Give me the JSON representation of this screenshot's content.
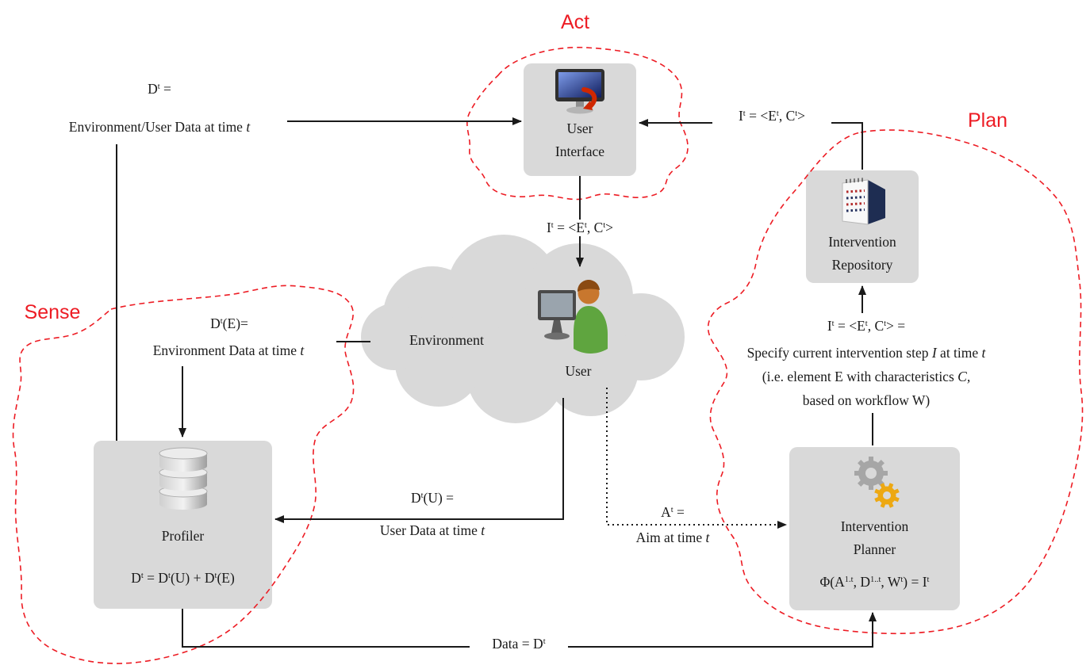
{
  "colors": {
    "region": "#ed1c24",
    "box_fill": "#d9d9d9",
    "line": "#1a1a1a"
  },
  "regions": {
    "act": "Act",
    "sense": "Sense",
    "plan": "Plan"
  },
  "nodes": {
    "user_interface": {
      "line1": "User",
      "line2": "Interface"
    },
    "intervention_repository": {
      "line1": "Intervention",
      "line2": "Repository"
    },
    "intervention_planner": {
      "line1": "Intervention",
      "line2": "Planner",
      "formula": "Φ(A^{1.t}, D^{1..t}, W^{t}) = I^{t}"
    },
    "profiler": {
      "label": "Profiler",
      "formula": "D^{t} = D^{t}(U) + D^{t}(E)"
    },
    "environment": {
      "label": "Environment"
    },
    "user": {
      "label": "User"
    }
  },
  "edges": {
    "env_user_data": {
      "line1": "D^{t} =",
      "line2": "Environment/User Data at time ~{t}"
    },
    "repo_to_ui": {
      "label": "I^{t} = <E^{t}, C^{t}>"
    },
    "ui_to_environment": {
      "label": "I^{t} = <E^{t}, C^{t}>"
    },
    "environment_data": {
      "line1": "D^{t}(E)=",
      "line2": "Environment Data at time ~{t}"
    },
    "user_data": {
      "line1": "D^{t}(U) =",
      "line2": "User Data at time ~{t}"
    },
    "aim": {
      "line1": "A^{t} =",
      "line2": "Aim at time ~{t}"
    },
    "specify_intervention": {
      "line1": "I^{t} = <E^{t}, C^{t}> =",
      "line2": "Specify current intervention step ~{I} at time ~{t}",
      "line3": "(i.e. element E with characteristics ~{C,}",
      "line4": "based on workflow W)"
    },
    "profiler_to_planner": {
      "label": "Data = D^{t}"
    }
  }
}
